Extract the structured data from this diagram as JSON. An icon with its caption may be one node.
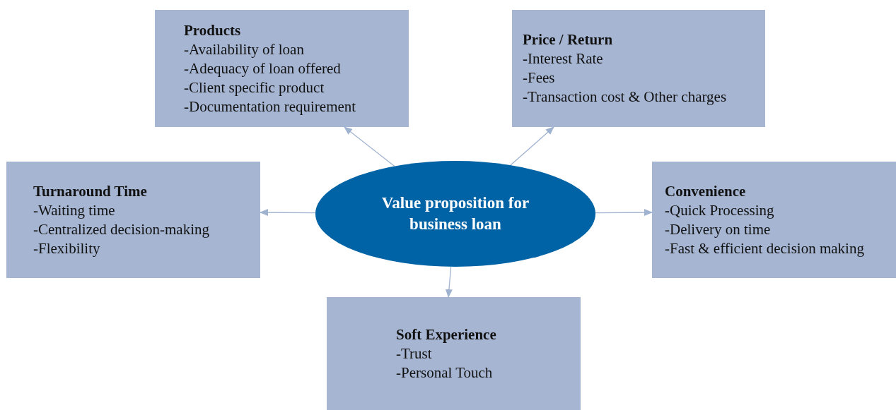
{
  "diagram": {
    "nodes": [
      {
        "text": [
          "Value proposition for business loan"
        ]
      },
      {
        "text": [
          "Products",
          "-Availability of loan",
          "-Adequacy of loan offered",
          "-Client specific product",
          "-Documentation requirement"
        ]
      },
      {
        "text": [
          "Price / Return",
          "-Interest Rate",
          "-Fees",
          "-Transaction cost & Other charges"
        ]
      },
      {
        "text": [
          "Turnaround Time",
          "-Waiting time",
          "-Centralized decision-making",
          "-Flexibility"
        ]
      },
      {
        "text": [
          "Convenience",
          "**-**Quick Processing",
          "-Delivery on time",
          "-Fast & efficient decision making"
        ]
      },
      {
        "text": [
          "Soft Experience",
          "-Trust",
          "-Personal Touch"
        ]
      }
    ],
    "edges": [
      {
        "from": 0,
        "to": 1,
        "arrow": "to"
      },
      {
        "from": 0,
        "to": 2,
        "arrow": "to"
      },
      {
        "from": 0,
        "to": 3,
        "arrow": "to"
      },
      {
        "from": 0,
        "to": 4,
        "arrow": "to"
      },
      {
        "from": 0,
        "to": 5,
        "arrow": "to"
      }
    ]
  }
}
